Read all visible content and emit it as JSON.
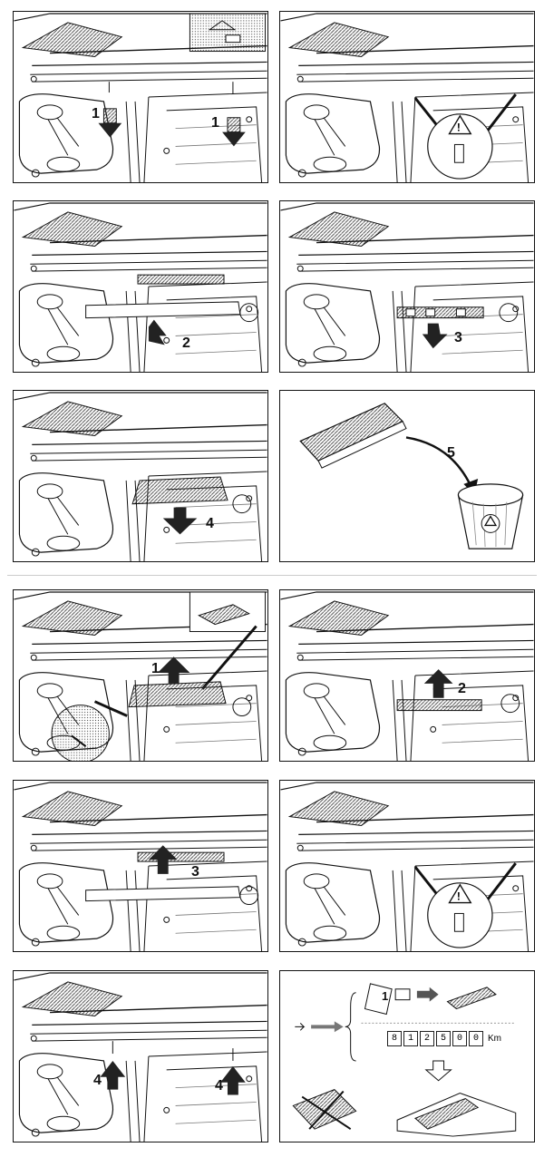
{
  "steps": {
    "removal": {
      "p1_label": "1",
      "p1_label_b": "1",
      "p3_label": "2",
      "p4_label": "3",
      "p5_label": "4",
      "p6_label": "5"
    },
    "install": {
      "p7_label": "1",
      "p8_label": "2",
      "p9_label": "3",
      "p11_label": "4",
      "p11_label_b": "4"
    }
  },
  "service_panel": {
    "card_number": "1",
    "odometer_digits": [
      "8",
      "1",
      "2",
      "5",
      "0",
      "0"
    ],
    "odometer_unit": "Km"
  },
  "icons": [
    "warning-icon",
    "recycle-icon",
    "arrow-down-icon",
    "arrow-up-icon"
  ]
}
